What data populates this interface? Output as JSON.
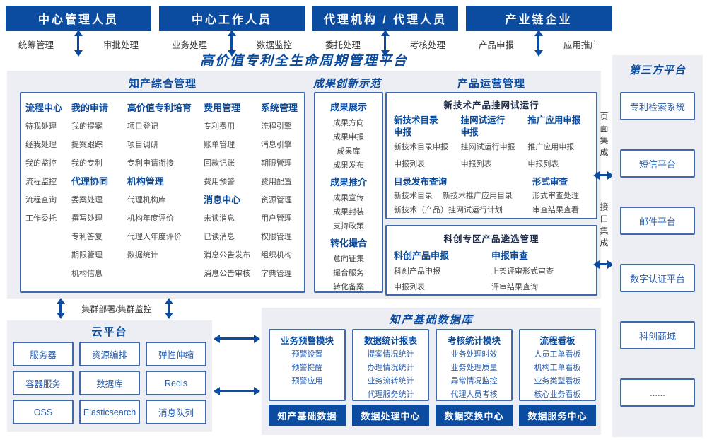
{
  "platform_title": "高价值专利全生命周期管理平台",
  "top_groups": [
    {
      "title": "中心管理人员",
      "left": "统筹管理",
      "right": "审批处理"
    },
    {
      "title": "中心工作人员",
      "left": "业务处理",
      "right": "数据监控"
    },
    {
      "title": "代理机构 / 代理人员",
      "left": "委托处理",
      "right": "考核处理"
    },
    {
      "title": "产业链企业",
      "left": "产品申报",
      "right": "应用推广"
    }
  ],
  "ip_mgmt": {
    "title": "知产综合管理",
    "columns": [
      {
        "groups": [
          {
            "header": "流程中心",
            "items": [
              "待我处理",
              "经我处理",
              "我的监控",
              "流程监控",
              "流程查询",
              "工作委托"
            ]
          }
        ]
      },
      {
        "groups": [
          {
            "header": "我的申请",
            "items": [
              "我的提案",
              "提案跟踪",
              "我的专利"
            ]
          },
          {
            "header": "代理协同",
            "items": [
              "委案处理",
              "撰写处理",
              "专利答复",
              "期限管理",
              "机构信息"
            ]
          }
        ]
      },
      {
        "groups": [
          {
            "header": "高价值专利培育",
            "items": [
              "项目登记",
              "项目调研",
              "专利申请衔接"
            ]
          },
          {
            "header": "机构管理",
            "items": [
              "代理机构库",
              "机构年度评价",
              "代理人年度评价",
              "数据统计"
            ]
          }
        ]
      },
      {
        "groups": [
          {
            "header": "费用管理",
            "items": [
              "专利费用",
              "账单管理",
              "回款记账",
              "费用预警"
            ]
          },
          {
            "header": "消息中心",
            "items": [
              "未读消息",
              "已读消息",
              "消息公告发布",
              "消息公告审核"
            ]
          }
        ]
      },
      {
        "groups": [
          {
            "header": "系统管理",
            "items": [
              "流程引擎",
              "消息引擎",
              "期限管理",
              "费用配置",
              "资源管理",
              "用户管理",
              "权限管理",
              "组织机构",
              "字典管理"
            ]
          }
        ]
      }
    ]
  },
  "achievement": {
    "title": "成果创新示范",
    "groups": [
      {
        "header": "成果展示",
        "items": [
          "成果方向",
          "成果申报",
          "成果库",
          "成果发布"
        ]
      },
      {
        "header": "成果推介",
        "items": [
          "成果宣传",
          "成果封装",
          "支持政策"
        ]
      },
      {
        "header": "转化撮合",
        "items": [
          "意向征集",
          "撮合服务",
          "转化备案"
        ]
      }
    ]
  },
  "product_ops": {
    "title": "产品运营管理",
    "box1": {
      "title": "新技术产品挂网试运行",
      "columns": [
        {
          "header": "新技术目录申报",
          "items": [
            "新技术目录申报",
            "申报列表"
          ]
        },
        {
          "header": "挂网试运行申报",
          "items": [
            "挂网试运行申报",
            "申报列表"
          ]
        },
        {
          "header": "推广应用申报",
          "items": [
            "推广应用申报",
            "申报列表"
          ]
        }
      ],
      "catalog": {
        "header": "目录发布查询",
        "line1a": "新技术目录",
        "line1b": "新技术推广应用目录",
        "line2": "新技术（产品）挂网试运行计划"
      },
      "review": {
        "header": "形式审查",
        "items": [
          "形式审查处理",
          "审查结果查看"
        ]
      }
    },
    "box2": {
      "title": "科创专区产品遴选管理",
      "columns": [
        {
          "header": "科创产品申报",
          "items": [
            "科创产品申报",
            "申报列表"
          ]
        },
        {
          "header": "申报审查",
          "items": [
            "上架评审形式审查",
            "评审结果查询"
          ]
        }
      ]
    }
  },
  "integration": {
    "page": "页面集成",
    "api": "接口集成"
  },
  "third_party": {
    "title": "第三方平台",
    "items": [
      "专利检索系统",
      "短信平台",
      "邮件平台",
      "数字认证平台",
      "科创商城",
      "......"
    ]
  },
  "cluster_label": "集群部署/集群监控",
  "cloud": {
    "title": "云平台",
    "items": [
      "服务器",
      "资源编排",
      "弹性伸缩",
      "容器服务",
      "数据库",
      "Redis",
      "OSS",
      "Elasticsearch",
      "消息队列"
    ]
  },
  "database": {
    "title": "知产基础数据库",
    "modules": [
      {
        "header": "业务预警模块",
        "items": [
          "预警设置",
          "预警提醒",
          "预警应用"
        ]
      },
      {
        "header": "数据统计报表",
        "items": [
          "提案情况统计",
          "办理情况统计",
          "业务流转统计",
          "代理服务统计"
        ]
      },
      {
        "header": "考核统计模块",
        "items": [
          "业务处理时效",
          "业务处理质量",
          "异常情况监控",
          "代理人员考核"
        ]
      },
      {
        "header": "流程看板",
        "items": [
          "人员工单看板",
          "机构工单看板",
          "业务类型看板",
          "核心业务看板"
        ]
      }
    ],
    "bars": [
      "知产基础数据",
      "数据处理中心",
      "数据交换中心",
      "数据服务中心"
    ]
  },
  "colors": {
    "primary_blue": "#0b4ba0",
    "header_text_blue": "#0a4b9e",
    "item_blue": "#2a5dab",
    "item_gray": "#4a4a4a",
    "box_border": "#4068ad",
    "panel_bg": "#eceef3"
  }
}
